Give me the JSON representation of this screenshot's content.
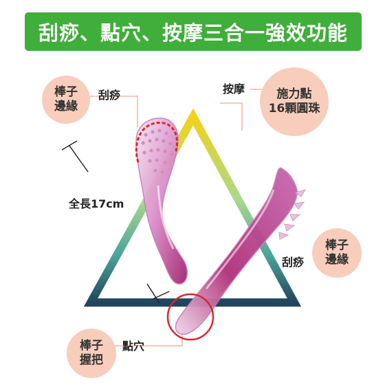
{
  "banner": {
    "title": "刮痧、點穴、按摩三合一強效功能",
    "color": "#3fae3a"
  },
  "bubbles": {
    "top_left": "棒子\n邊緣",
    "top_right": "施力點\n16顆圓珠",
    "mid_right": "棒子\n邊緣",
    "bottom_left": "棒子\n握把"
  },
  "labels": {
    "guasha_top": "刮痧",
    "massage": "按摩",
    "length": "全長17cm",
    "guasha_right": "刮痧",
    "acupoint": "點穴"
  },
  "colors": {
    "bubble": "#f8cdbc",
    "highlight": "#d9262c",
    "tool": "#b0307a"
  }
}
